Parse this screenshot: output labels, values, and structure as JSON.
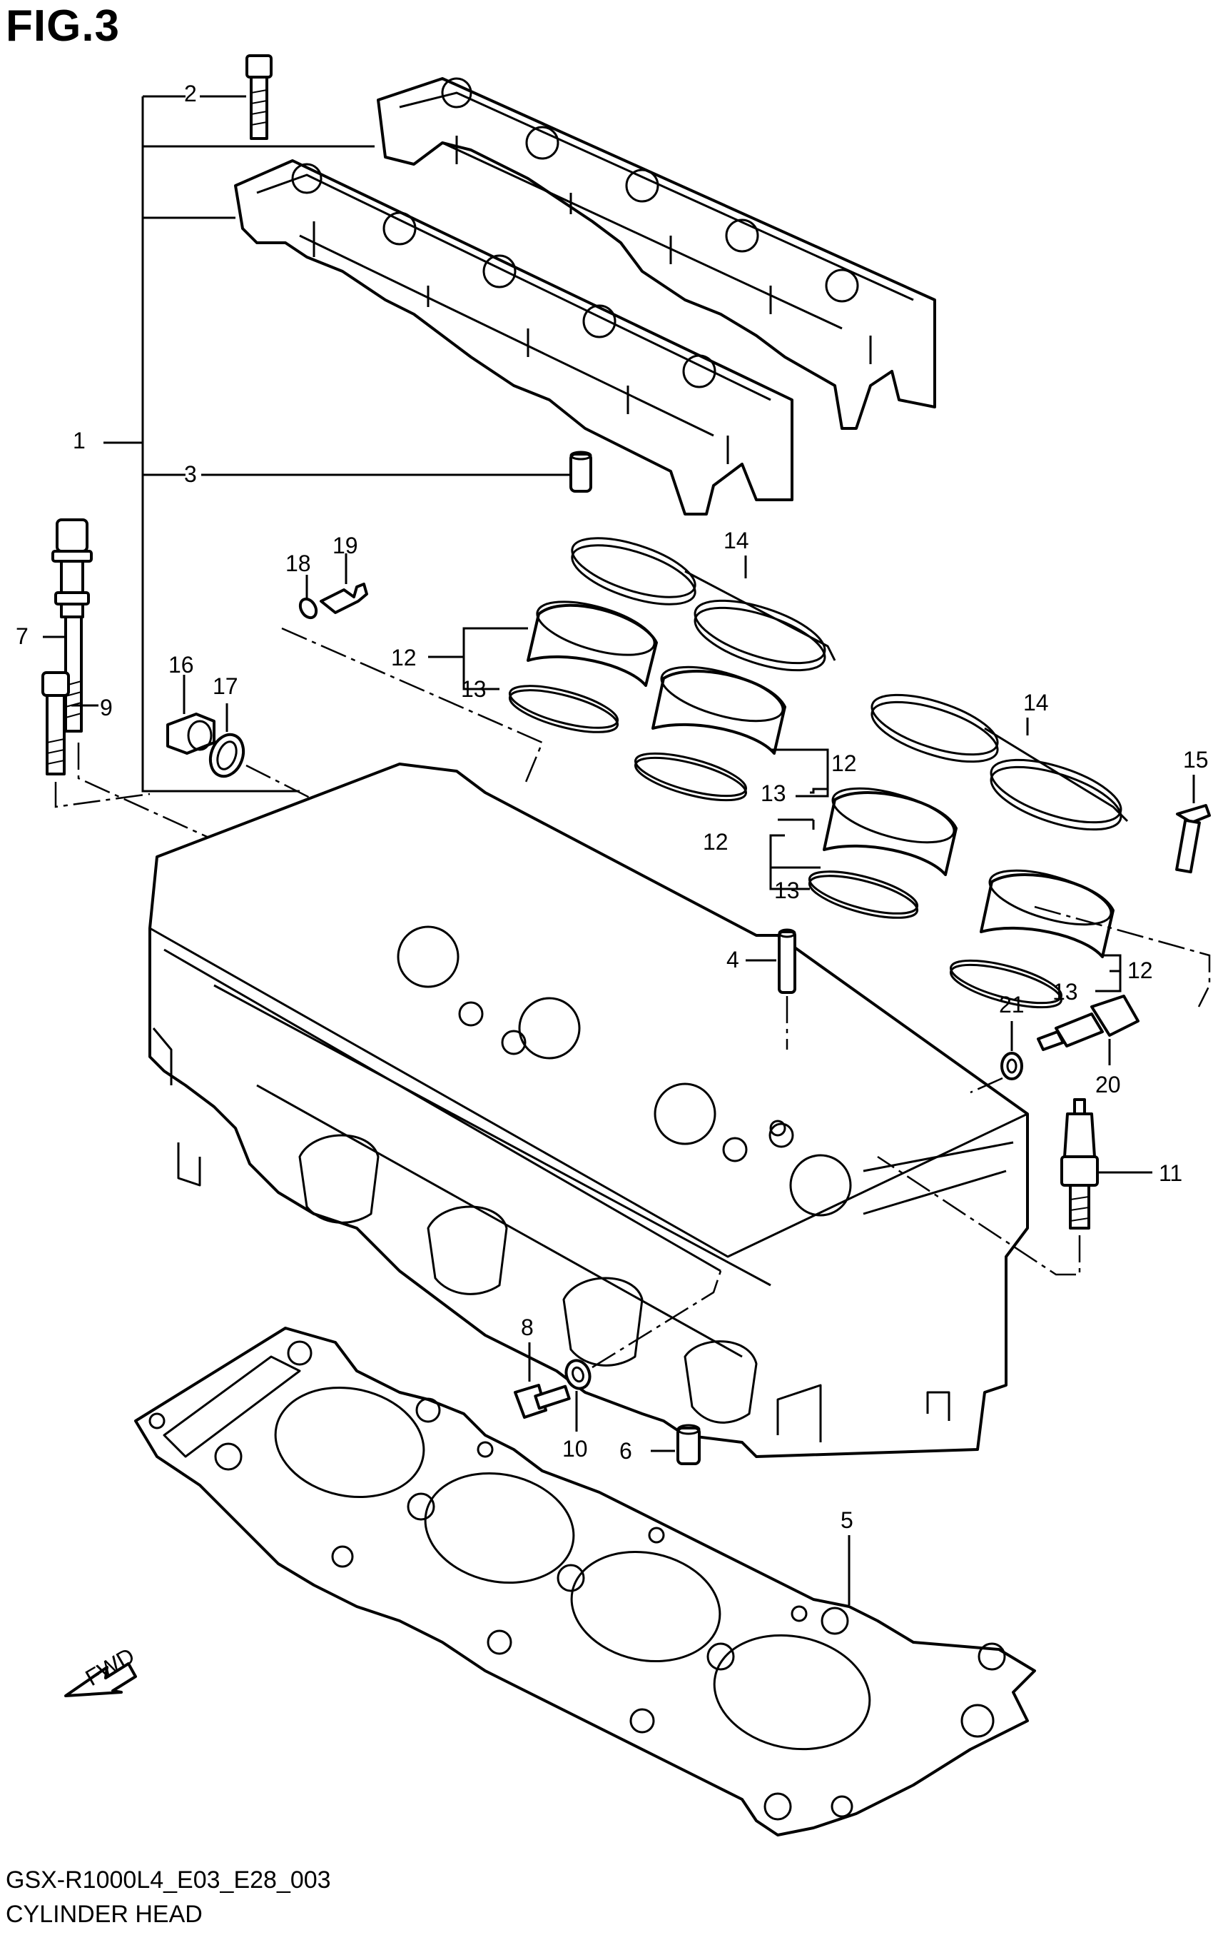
{
  "figure": {
    "title": "FIG.3",
    "model_code": "GSX-R1000L4_E03_E28_003",
    "caption": "CYLINDER HEAD"
  },
  "callouts": [
    {
      "id": "c1",
      "label": "1"
    },
    {
      "id": "c2",
      "label": "2"
    },
    {
      "id": "c3",
      "label": "3"
    },
    {
      "id": "c4",
      "label": "4"
    },
    {
      "id": "c5",
      "label": "5"
    },
    {
      "id": "c6",
      "label": "6"
    },
    {
      "id": "c7",
      "label": "7"
    },
    {
      "id": "c8",
      "label": "8"
    },
    {
      "id": "c9",
      "label": "9"
    },
    {
      "id": "c10",
      "label": "10"
    },
    {
      "id": "c11",
      "label": "11"
    },
    {
      "id": "c12a",
      "label": "12"
    },
    {
      "id": "c12b",
      "label": "12"
    },
    {
      "id": "c12c",
      "label": "12"
    },
    {
      "id": "c12d",
      "label": "12"
    },
    {
      "id": "c13a",
      "label": "13"
    },
    {
      "id": "c13b",
      "label": "13"
    },
    {
      "id": "c13c",
      "label": "13"
    },
    {
      "id": "c13d",
      "label": "13"
    },
    {
      "id": "c14a",
      "label": "14"
    },
    {
      "id": "c14b",
      "label": "14"
    },
    {
      "id": "c15",
      "label": "15"
    },
    {
      "id": "c16",
      "label": "16"
    },
    {
      "id": "c17",
      "label": "17"
    },
    {
      "id": "c18",
      "label": "18"
    },
    {
      "id": "c19",
      "label": "19"
    },
    {
      "id": "c20",
      "label": "20"
    },
    {
      "id": "c21",
      "label": "21"
    }
  ],
  "fwd_arrow": {
    "label": "FWD",
    "icon": "fwd-arrow-icon"
  }
}
